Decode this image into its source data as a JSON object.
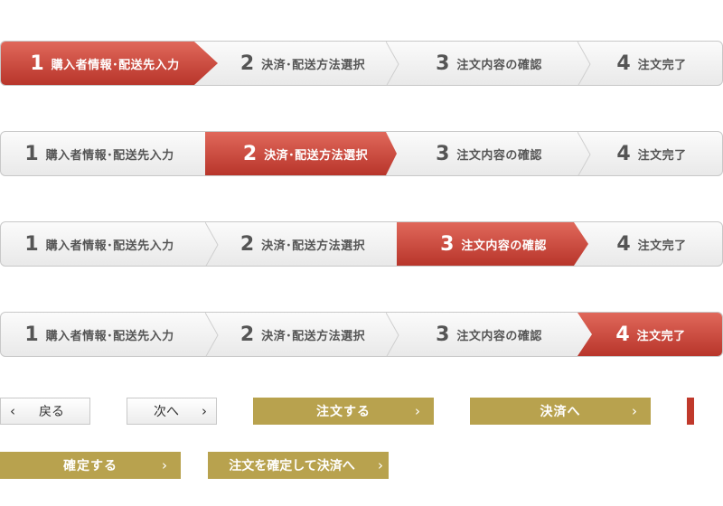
{
  "steppers": [
    {
      "active": 1,
      "steps": [
        {
          "num": "1",
          "label": "購入者情報･配送先入力"
        },
        {
          "num": "2",
          "label": "決済･配送方法選択"
        },
        {
          "num": "3",
          "label": "注文内容の確認"
        },
        {
          "num": "4",
          "label": "注文完了"
        }
      ]
    },
    {
      "active": 2,
      "steps": [
        {
          "num": "1",
          "label": "購入者情報･配送先入力"
        },
        {
          "num": "2",
          "label": "決済･配送方法選択"
        },
        {
          "num": "3",
          "label": "注文内容の確認"
        },
        {
          "num": "4",
          "label": "注文完了"
        }
      ]
    },
    {
      "active": 3,
      "steps": [
        {
          "num": "1",
          "label": "購入者情報･配送先入力"
        },
        {
          "num": "2",
          "label": "決済･配送方法選択"
        },
        {
          "num": "3",
          "label": "注文内容の確認"
        },
        {
          "num": "4",
          "label": "注文完了"
        }
      ]
    },
    {
      "active": 4,
      "steps": [
        {
          "num": "1",
          "label": "購入者情報･配送先入力"
        },
        {
          "num": "2",
          "label": "決済･配送方法選択"
        },
        {
          "num": "3",
          "label": "注文内容の確認"
        },
        {
          "num": "4",
          "label": "注文完了"
        }
      ]
    }
  ],
  "buttons": {
    "back": "戻る",
    "next": "次へ",
    "order": "注文する",
    "to_payment": "決済へ",
    "confirm": "確定する",
    "confirm_and_pay": "注文を確定して決済へ"
  },
  "icons": {
    "chevron_left": "‹",
    "chevron_right": "›"
  },
  "colors": {
    "active_step": "#c9463a",
    "gold_button": "#b8a24e",
    "accent_bar": "#c0392b"
  }
}
